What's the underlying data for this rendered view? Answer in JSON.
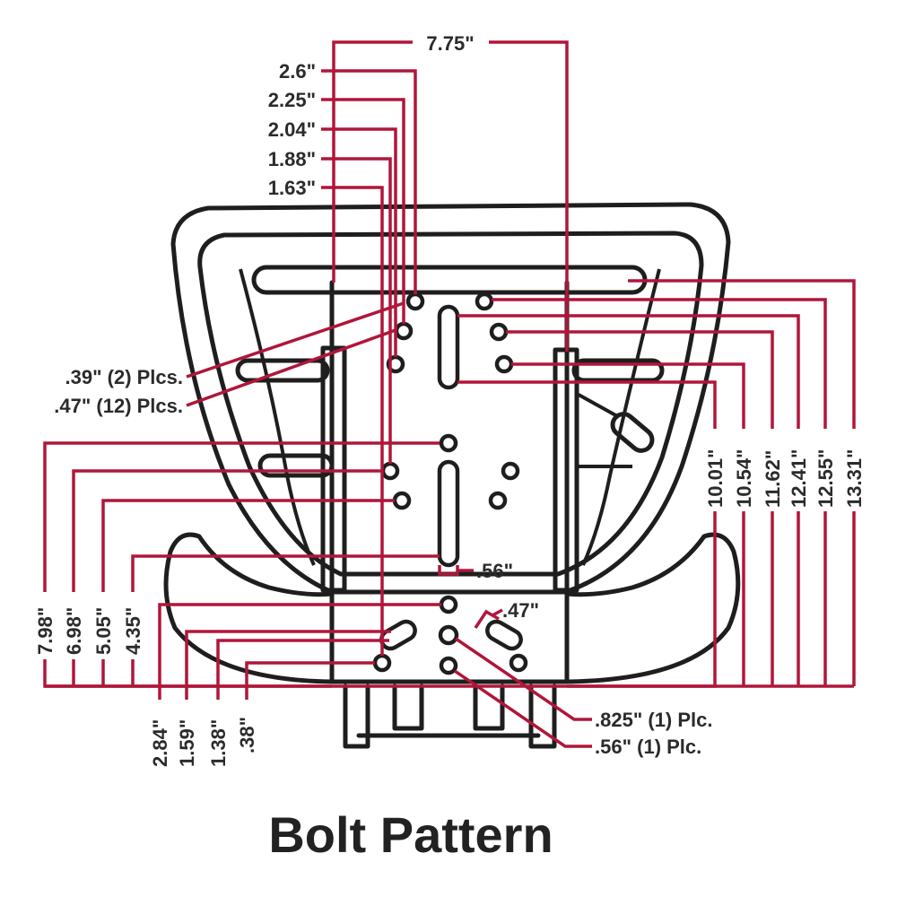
{
  "title": "Bolt Pattern",
  "colors": {
    "leader": "#b0163a",
    "outline": "#1e1e1e",
    "text": "#2b2b2b"
  },
  "dimensions": {
    "top_width": "7.75\"",
    "left_top": [
      "2.6\"",
      "2.25\"",
      "2.04\"",
      "1.88\"",
      "1.63\""
    ],
    "hole_notes": [
      ".39\" (2) Plcs.",
      ".47\" (12) Plcs."
    ],
    "left_vertical": [
      "7.98\"",
      "6.98\"",
      "5.05\"",
      "4.35\""
    ],
    "right_vertical": [
      "10.01\"",
      "10.54\"",
      "11.62\"",
      "12.41\"",
      "12.55\"",
      "13.31\""
    ],
    "bottom_vertical": [
      "2.84\"",
      "1.59\"",
      "1.38\"",
      ".38\""
    ],
    "slot_56": ".56\"",
    "slot_47": ".47\"",
    "bottom_notes": [
      ".825\" (1) Plc.",
      ".56\" (1) Plc."
    ]
  }
}
